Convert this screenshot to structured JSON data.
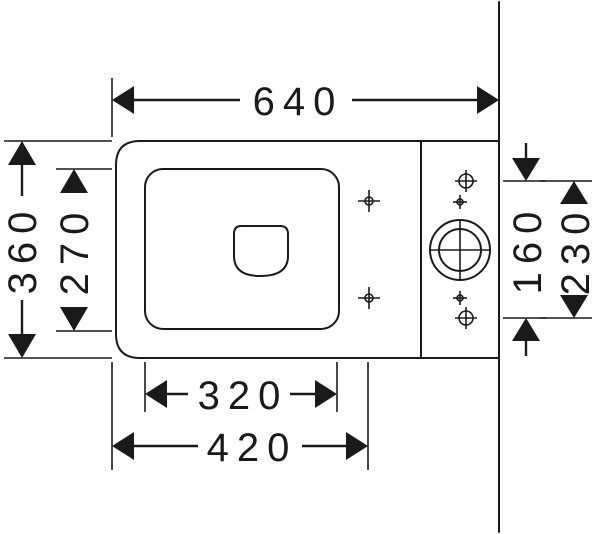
{
  "dimensions": {
    "overall_length": "640",
    "overall_width": "360",
    "seat_width": "270",
    "seat_length": "320",
    "bowl_length": "420",
    "fixing_spacing": "160",
    "tank_width": "230"
  },
  "colors": {
    "line": "#1a1a1a",
    "background": "#ffffff"
  },
  "icons": {
    "fixing_point": "crosshair-icon",
    "water_inlet": "circle-crosshair-icon"
  }
}
